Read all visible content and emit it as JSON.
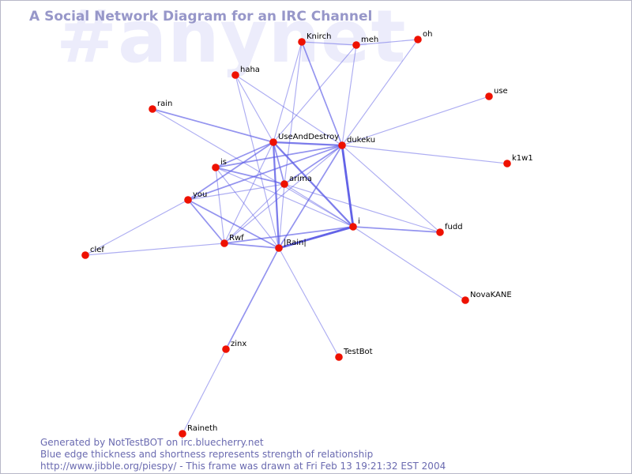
{
  "title": "A Social Network Diagram for an IRC Channel",
  "watermark": "#anynet",
  "footer": {
    "line1": "Generated by NotTestBOT on irc.bluecherry.net",
    "line2": "Blue edge thickness and shortness represents strength of relationship",
    "line3": "http://www.jibble.org/piespy/ - This frame was drawn at Fri Feb 13 19:21:32 EST 2004"
  },
  "colors": {
    "node": "#ee1100",
    "edge": "#5b5be6",
    "title": "#9797c9",
    "watermark": "#ececfb",
    "footer": "#6a6ab0"
  },
  "nodes": [
    {
      "id": "Knirch",
      "label": "Knirch"
    },
    {
      "id": "meh",
      "label": "meh"
    },
    {
      "id": "oh",
      "label": "oh"
    },
    {
      "id": "haha",
      "label": "haha"
    },
    {
      "id": "use",
      "label": "use"
    },
    {
      "id": "rain",
      "label": "rain"
    },
    {
      "id": "UseAndDestroy",
      "label": "UseAndDestroy"
    },
    {
      "id": "dukeku",
      "label": "dukeku"
    },
    {
      "id": "k1w1",
      "label": "k1w1"
    },
    {
      "id": "is",
      "label": "is"
    },
    {
      "id": "arima",
      "label": "arima"
    },
    {
      "id": "you",
      "label": "you"
    },
    {
      "id": "i",
      "label": "i"
    },
    {
      "id": "fudd",
      "label": "fudd"
    },
    {
      "id": "Rwf",
      "label": "Rwf"
    },
    {
      "id": "Rain",
      "label": "|Rain|"
    },
    {
      "id": "clef",
      "label": "clef"
    },
    {
      "id": "NovaKANE",
      "label": "NovaKANE"
    },
    {
      "id": "zinx",
      "label": "zinx"
    },
    {
      "id": "TestBot",
      "label": "TestBot"
    },
    {
      "id": "Raineth",
      "label": "Raineth"
    }
  ],
  "edges": [
    {
      "source": "Knirch",
      "target": "meh",
      "strength": 1
    },
    {
      "source": "meh",
      "target": "oh",
      "strength": 1
    },
    {
      "source": "Knirch",
      "target": "UseAndDestroy",
      "strength": 1
    },
    {
      "source": "Knirch",
      "target": "dukeku",
      "strength": 2
    },
    {
      "source": "Knirch",
      "target": "arima",
      "strength": 1
    },
    {
      "source": "meh",
      "target": "dukeku",
      "strength": 1
    },
    {
      "source": "meh",
      "target": "UseAndDestroy",
      "strength": 1
    },
    {
      "source": "oh",
      "target": "dukeku",
      "strength": 1
    },
    {
      "source": "haha",
      "target": "UseAndDestroy",
      "strength": 1
    },
    {
      "source": "haha",
      "target": "dukeku",
      "strength": 1
    },
    {
      "source": "haha",
      "target": "Rain",
      "strength": 1
    },
    {
      "source": "use",
      "target": "dukeku",
      "strength": 1
    },
    {
      "source": "rain",
      "target": "UseAndDestroy",
      "strength": 2
    },
    {
      "source": "rain",
      "target": "i",
      "strength": 1
    },
    {
      "source": "UseAndDestroy",
      "target": "dukeku",
      "strength": 3
    },
    {
      "source": "UseAndDestroy",
      "target": "i",
      "strength": 3
    },
    {
      "source": "UseAndDestroy",
      "target": "Rain",
      "strength": 3
    },
    {
      "source": "UseAndDestroy",
      "target": "is",
      "strength": 2
    },
    {
      "source": "UseAndDestroy",
      "target": "arima",
      "strength": 2
    },
    {
      "source": "UseAndDestroy",
      "target": "you",
      "strength": 2
    },
    {
      "source": "UseAndDestroy",
      "target": "Rwf",
      "strength": 1
    },
    {
      "source": "dukeku",
      "target": "k1w1",
      "strength": 1
    },
    {
      "source": "dukeku",
      "target": "i",
      "strength": 4
    },
    {
      "source": "dukeku",
      "target": "Rain",
      "strength": 2
    },
    {
      "source": "dukeku",
      "target": "is",
      "strength": 2
    },
    {
      "source": "dukeku",
      "target": "arima",
      "strength": 2
    },
    {
      "source": "dukeku",
      "target": "you",
      "strength": 2
    },
    {
      "source": "dukeku",
      "target": "Rwf",
      "strength": 1
    },
    {
      "source": "dukeku",
      "target": "fudd",
      "strength": 1
    },
    {
      "source": "is",
      "target": "arima",
      "strength": 2
    },
    {
      "source": "is",
      "target": "Rwf",
      "strength": 1
    },
    {
      "source": "is",
      "target": "i",
      "strength": 1
    },
    {
      "source": "is",
      "target": "Rain",
      "strength": 1
    },
    {
      "source": "arima",
      "target": "you",
      "strength": 1
    },
    {
      "source": "arima",
      "target": "Rain",
      "strength": 1
    },
    {
      "source": "arima",
      "target": "Rwf",
      "strength": 1
    },
    {
      "source": "arima",
      "target": "fudd",
      "strength": 1
    },
    {
      "source": "arima",
      "target": "i",
      "strength": 1
    },
    {
      "source": "you",
      "target": "Rwf",
      "strength": 2
    },
    {
      "source": "you",
      "target": "Rain",
      "strength": 2
    },
    {
      "source": "you",
      "target": "clef",
      "strength": 1
    },
    {
      "source": "i",
      "target": "fudd",
      "strength": 2
    },
    {
      "source": "i",
      "target": "Rain",
      "strength": 4
    },
    {
      "source": "i",
      "target": "Rwf",
      "strength": 2
    },
    {
      "source": "i",
      "target": "NovaKANE",
      "strength": 1
    },
    {
      "source": "Rwf",
      "target": "Rain",
      "strength": 2
    },
    {
      "source": "Rwf",
      "target": "clef",
      "strength": 1
    },
    {
      "source": "Rain",
      "target": "zinx",
      "strength": 2
    },
    {
      "source": "Rain",
      "target": "TestBot",
      "strength": 1
    },
    {
      "source": "zinx",
      "target": "Raineth",
      "strength": 1
    }
  ]
}
